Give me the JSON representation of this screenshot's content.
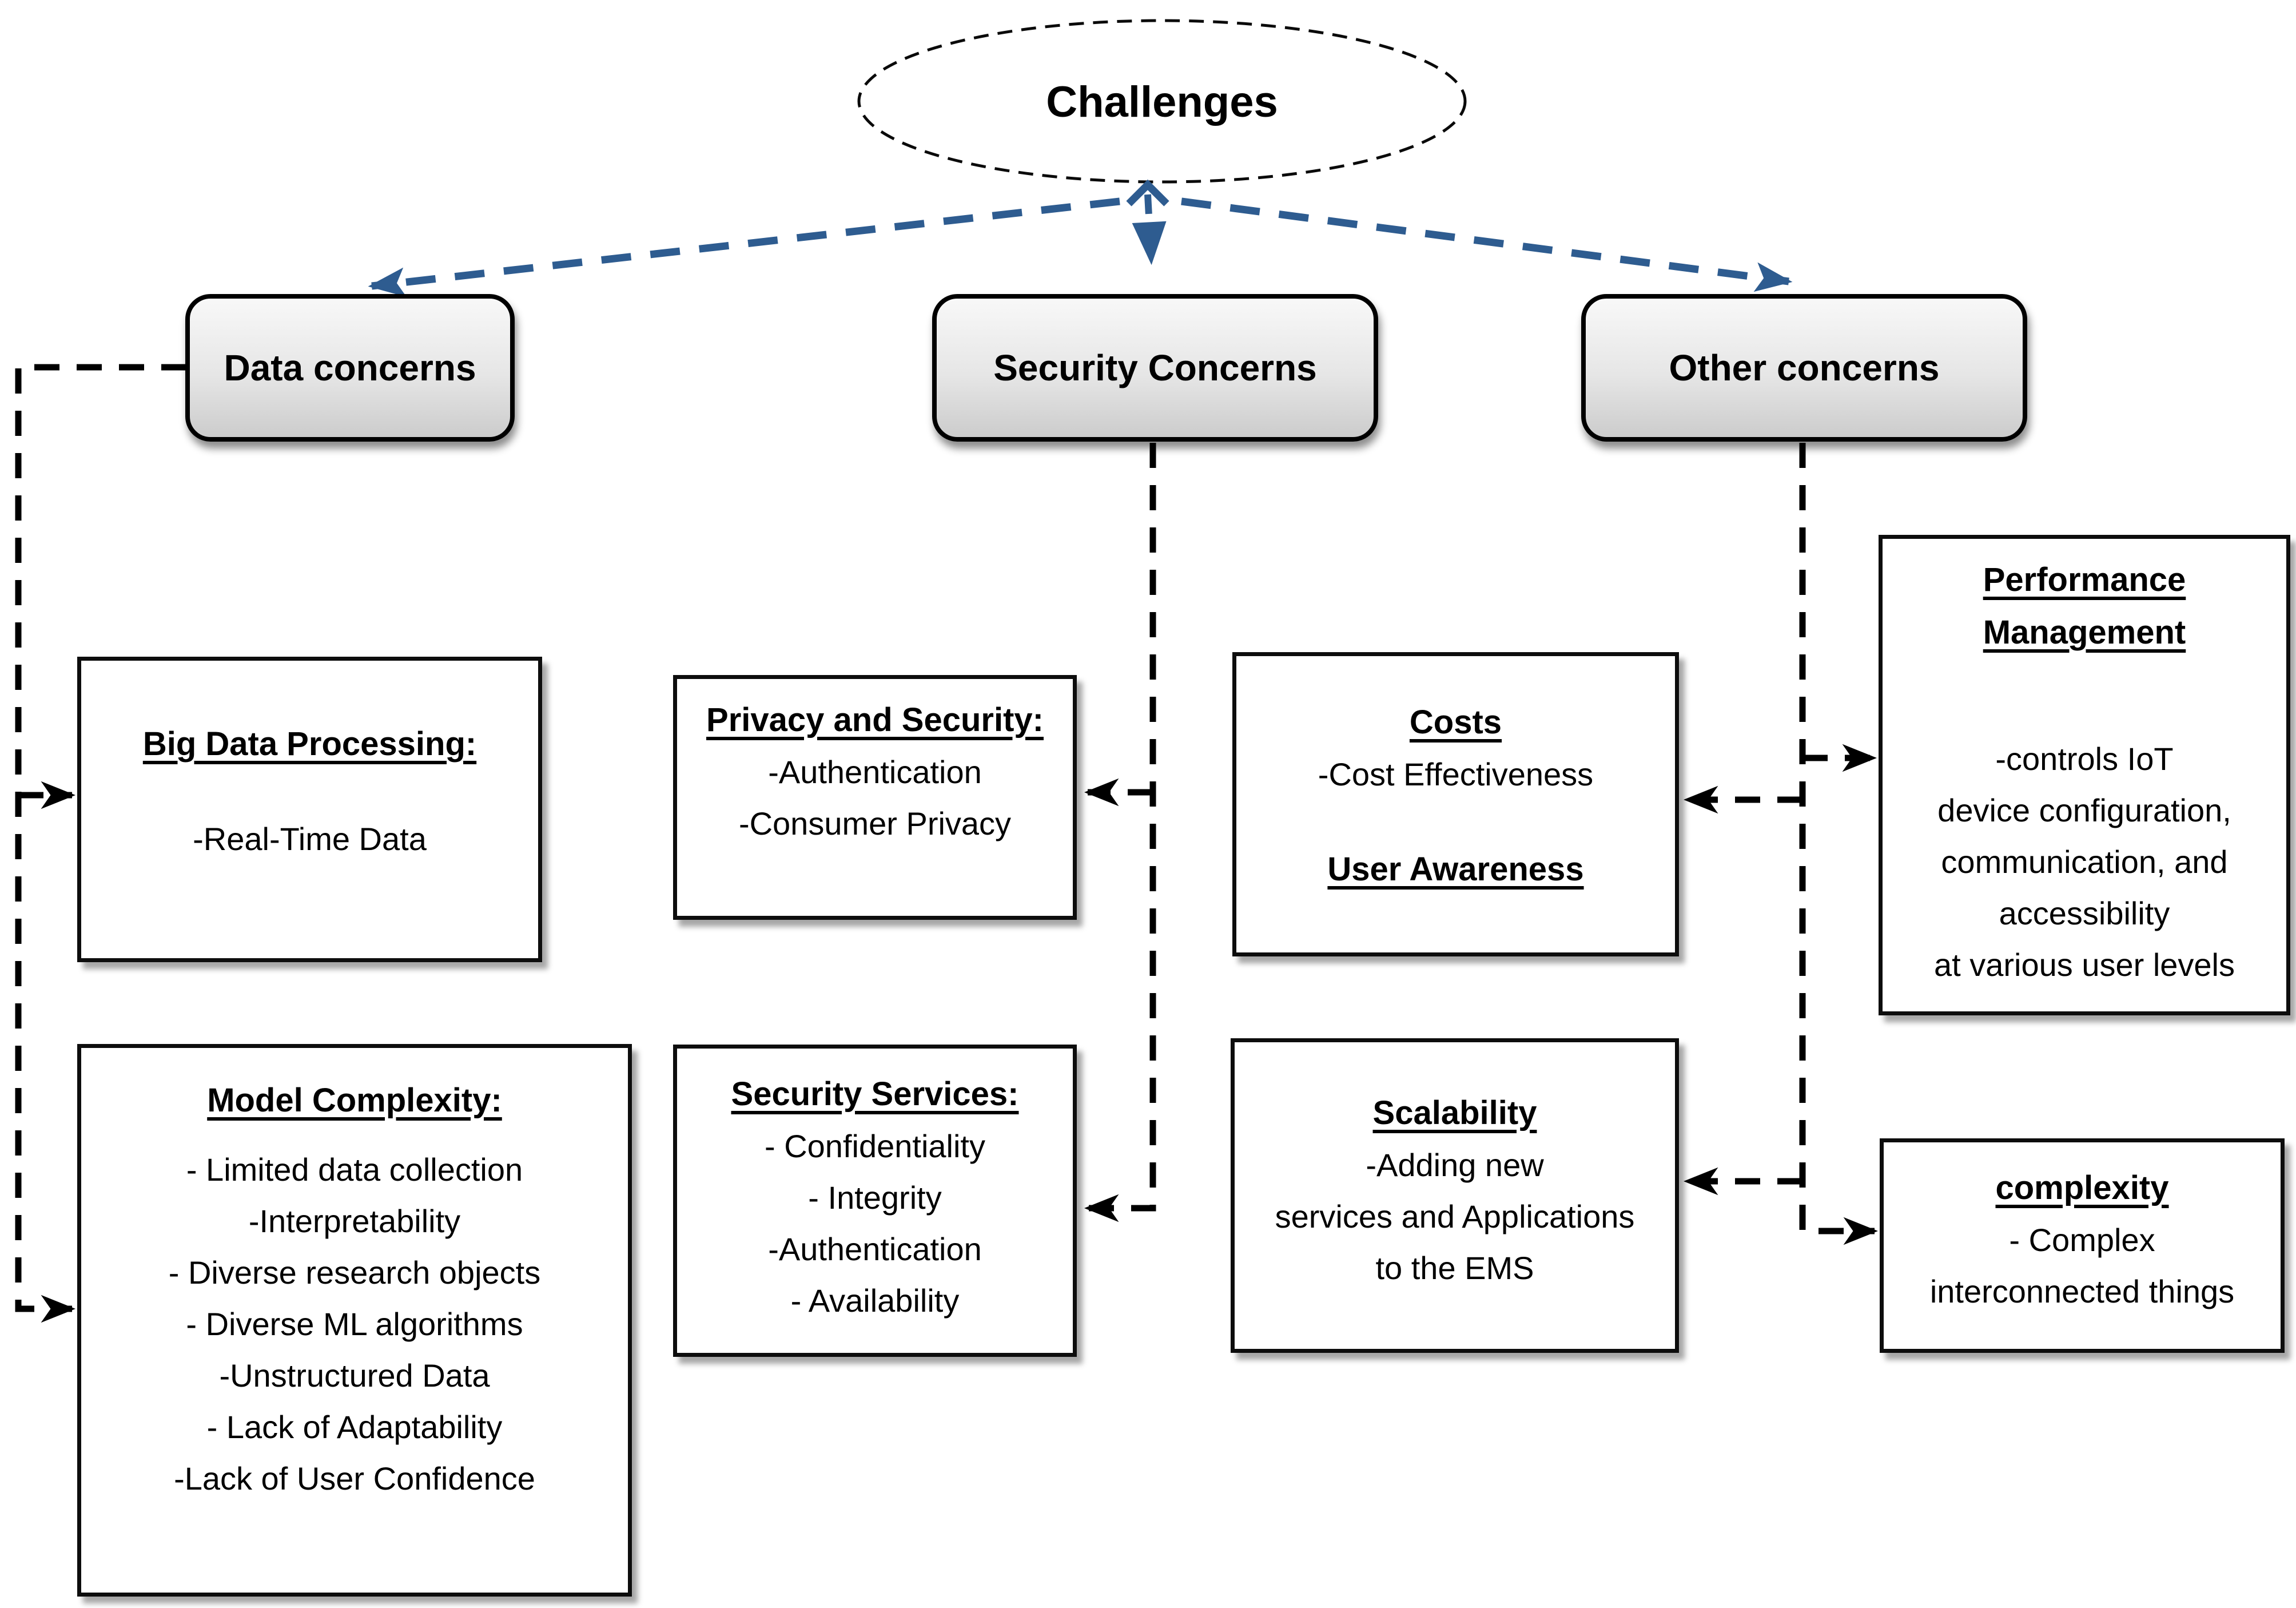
{
  "root": {
    "label": "Challenges"
  },
  "branches": {
    "data": {
      "label": "Data concerns"
    },
    "security": {
      "label": "Security Concerns"
    },
    "other": {
      "label": "Other concerns"
    }
  },
  "boxes": {
    "big_data": {
      "lines": [
        {
          "k": "title",
          "t": "Big Data Processing:"
        },
        {
          "k": "gap",
          "t": ""
        },
        {
          "k": "body",
          "t": "-Real-Time Data"
        }
      ]
    },
    "model": {
      "lines": [
        {
          "k": "title",
          "t": "Model Complexity:"
        },
        {
          "k": "gap-sm",
          "t": ""
        },
        {
          "k": "body",
          "t": "- Limited data collection"
        },
        {
          "k": "body",
          "t": "-Interpretability"
        },
        {
          "k": "body",
          "t": "- Diverse research objects"
        },
        {
          "k": "body",
          "t": "- Diverse ML algorithms"
        },
        {
          "k": "body",
          "t": "-Unstructured Data"
        },
        {
          "k": "body",
          "t": "- Lack of Adaptability"
        },
        {
          "k": "body",
          "t": "-Lack of User Confidence"
        }
      ]
    },
    "privacy": {
      "lines": [
        {
          "k": "title",
          "t": "Privacy and Security:"
        },
        {
          "k": "body",
          "t": "-Authentication"
        },
        {
          "k": "body",
          "t": "-Consumer Privacy"
        }
      ]
    },
    "security_services": {
      "lines": [
        {
          "k": "title",
          "t": "Security Services:"
        },
        {
          "k": "body",
          "t": "- Confidentiality"
        },
        {
          "k": "body",
          "t": "- Integrity"
        },
        {
          "k": "body",
          "t": "-Authentication"
        },
        {
          "k": "body",
          "t": "- Availability"
        }
      ]
    },
    "costs": {
      "lines": [
        {
          "k": "title",
          "t": "Costs"
        },
        {
          "k": "body",
          "t": "-Cost Effectiveness"
        },
        {
          "k": "gap",
          "t": ""
        },
        {
          "k": "title",
          "t": "User Awareness"
        }
      ]
    },
    "scalability": {
      "lines": [
        {
          "k": "title",
          "t": "Scalability"
        },
        {
          "k": "body",
          "t": "-Adding new"
        },
        {
          "k": "body",
          "t": "services and Applications"
        },
        {
          "k": "body",
          "t": "to the EMS"
        }
      ]
    },
    "performance": {
      "lines": [
        {
          "k": "title",
          "t": "Performance"
        },
        {
          "k": "title",
          "t": "Management"
        },
        {
          "k": "gap-lg",
          "t": ""
        },
        {
          "k": "body",
          "t": "-controls IoT"
        },
        {
          "k": "body",
          "t": "device configuration,"
        },
        {
          "k": "body",
          "t": "communication, and"
        },
        {
          "k": "body",
          "t": "accessibility"
        },
        {
          "k": "body",
          "t": "at various user levels"
        }
      ]
    },
    "complexity": {
      "lines": [
        {
          "k": "title",
          "t": "complexity"
        },
        {
          "k": "body",
          "t": "- Complex"
        },
        {
          "k": "body",
          "t": "interconnected things"
        }
      ]
    }
  },
  "colors": {
    "arrow_blue": "#2e5c90",
    "connector_black": "#000000",
    "branch_fill_top": "#f8f8f8",
    "branch_fill_bottom": "#cccccc"
  }
}
